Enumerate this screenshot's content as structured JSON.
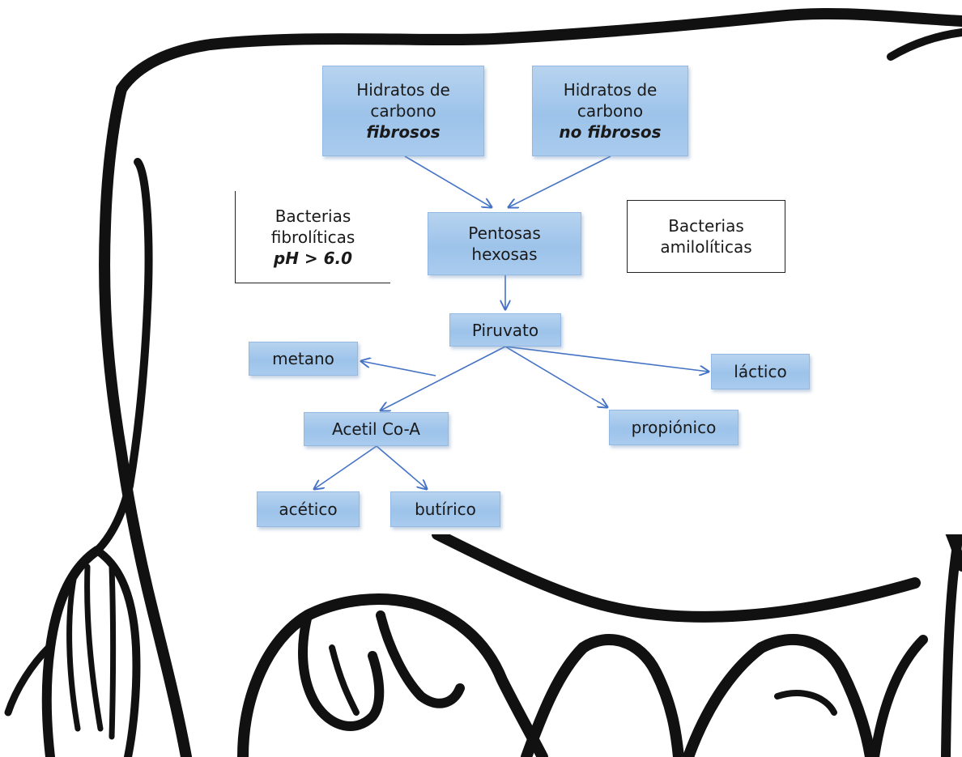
{
  "nodes": {
    "hc_fibrosos": {
      "line1": "Hidratos de",
      "line2": "carbono",
      "line3": "fibrosos"
    },
    "hc_no_fibrosos": {
      "line1": "Hidratos de",
      "line2": "carbono",
      "line3": "no fibrosos"
    },
    "pentosas": {
      "line1": "Pentosas",
      "line2": "hexosas"
    },
    "piruvato": "Piruvato",
    "metano": "metano",
    "lactico": "láctico",
    "acetil": "Acetil Co-A",
    "propionico": "propiónico",
    "acetico": "acético",
    "butirico": "butírico"
  },
  "labels": {
    "fibroliticas": {
      "line1": "Bacterias",
      "line2": "fibrolíticas",
      "line3": "pH > 6.0"
    },
    "amiloliticas": {
      "line1": "Bacterias",
      "line2": "amilolíticas"
    }
  },
  "colors": {
    "node_fill": "#a9cbee",
    "arrow": "#4472c4",
    "outline": "#111111"
  }
}
